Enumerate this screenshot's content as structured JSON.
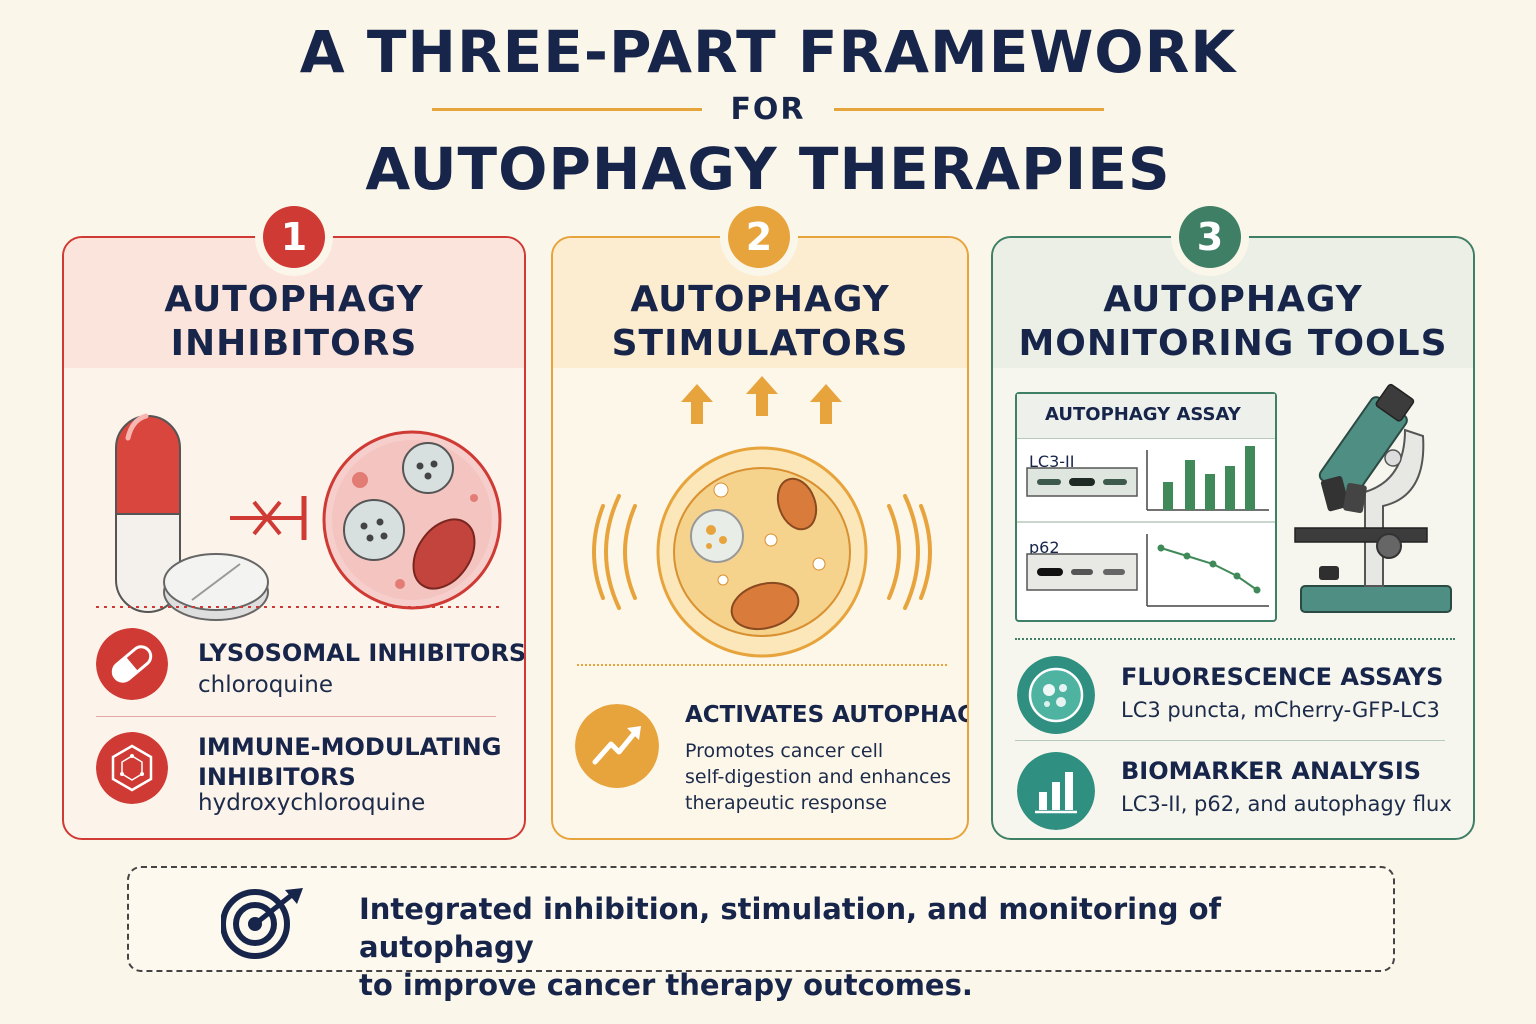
{
  "header": {
    "title_line1": "A THREE-PART FRAMEWORK",
    "title_for": "FOR",
    "title_line2": "AUTOPHAGY THERAPIES"
  },
  "colors": {
    "navy": "#17254a",
    "red": "#cf3a34",
    "orange": "#e8a43c",
    "green": "#3f7f66",
    "background": "#fbf6ea"
  },
  "panels": [
    {
      "number": "1",
      "title_line1": "AUTOPHAGY",
      "title_line2": "INHIBITORS",
      "icons": [
        "capsule-icon",
        "tablet-icon",
        "block-icon",
        "cell-icon"
      ],
      "items": [
        {
          "icon": "capsule-icon",
          "title": "LYSOSOMAL INHIBITORS",
          "subtitle": "chloroquine"
        },
        {
          "icon": "hexagon-molecule-icon",
          "title_line1": "IMMUNE-MODULATING",
          "title_line2": "INHIBITORS",
          "subtitle": "hydroxychloroquine"
        }
      ]
    },
    {
      "number": "2",
      "title_line1": "AUTOPHAGY",
      "title_line2": "STIMULATORS",
      "icons": [
        "up-arrow-icon",
        "activated-cell-icon"
      ],
      "items": [
        {
          "icon": "trend-up-icon",
          "title": "ACTIVATES AUTOPHAGY",
          "desc_line1": "Promotes cancer cell",
          "desc_line2": "self-digestion and enhances",
          "desc_line3": "therapeutic response"
        }
      ]
    },
    {
      "number": "3",
      "title_line1": "AUTOPHAGY",
      "title_line2": "MONITORING TOOLS",
      "assay": {
        "title": "AUTOPHAGY ASSAY",
        "row1_label": "LC3-II",
        "row2_label": "p62"
      },
      "icons": [
        "microscope-icon"
      ],
      "items": [
        {
          "icon": "fluorescence-cell-icon",
          "title": "FLUORESCENCE ASSAYS",
          "subtitle": "LC3 puncta, mCherry-GFP-LC3"
        },
        {
          "icon": "bar-chart-icon",
          "title": "BIOMARKER ANALYSIS",
          "subtitle": "LC3-II, p62, and autophagy flux"
        }
      ]
    }
  ],
  "footer": {
    "icon": "target-icon",
    "line1": "Integrated inhibition, stimulation, and monitoring of autophagy",
    "line2": "to improve cancer therapy outcomes."
  }
}
